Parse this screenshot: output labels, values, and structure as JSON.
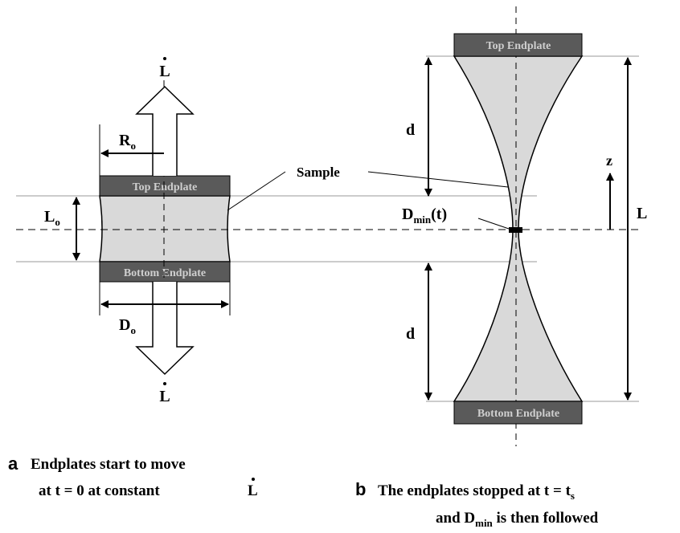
{
  "panel_a": {
    "L_dot": "L",
    "R_label": "R",
    "R_sub": "o",
    "L_label": "L",
    "L_sub": "o",
    "D_label": "D",
    "D_sub": "o",
    "top_plate": "Top Endplate",
    "bottom_plate": "Bottom Endplate",
    "sample_label": "Sample",
    "caption_letter": "a",
    "caption_line1": "Endplates start to move",
    "caption_line2_prefix": "at t = 0 at constant",
    "caption_line2_var": "L"
  },
  "panel_b": {
    "top_plate": "Top Endplate",
    "bottom_plate": "Bottom Endplate",
    "d_top": "d",
    "d_bottom": "d",
    "z_label": "z",
    "L_label": "L",
    "Dmin_D": "D",
    "Dmin_sub": "min",
    "Dmin_arg": "(t)",
    "caption_letter": "b",
    "caption_line1": "The endplates stopped  at  t = t",
    "caption_line1_sub": "s",
    "caption_line2_prefix": "and D",
    "caption_line2_sub": "min",
    "caption_line2_suffix": " is then followed"
  },
  "colors": {
    "sample_fill": "#d9d9d9",
    "plate_fill": "#5a5a5a",
    "plate_text": "#d0d0d0",
    "line": "#000000"
  }
}
